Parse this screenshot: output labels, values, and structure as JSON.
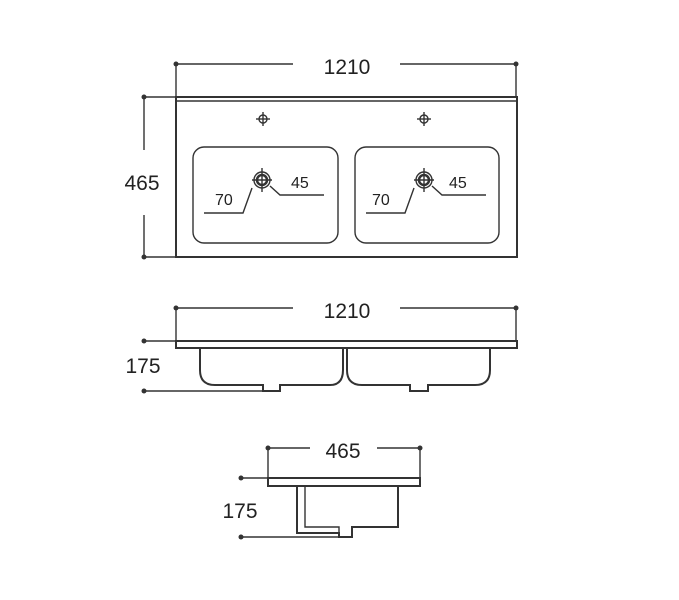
{
  "top_view": {
    "width_label": "1210",
    "depth_label": "465",
    "drain_left_label": "70",
    "drain_right_label": "45"
  },
  "front_view": {
    "width_label": "1210",
    "height_label": "175"
  },
  "side_view": {
    "depth_label": "465",
    "height_label": "175"
  }
}
